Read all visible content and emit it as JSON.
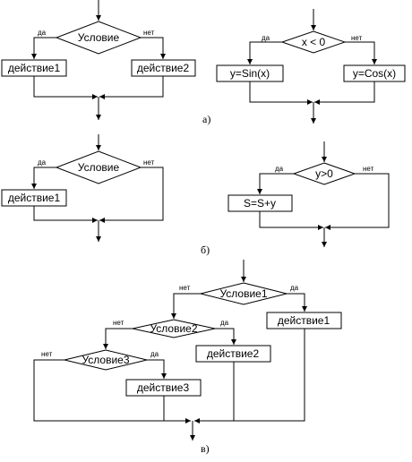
{
  "captions": {
    "a": "а)",
    "b": "б)",
    "v": "в)"
  },
  "diagram_a1": {
    "condition": "Условие",
    "yes": "да",
    "no": "нет",
    "action_yes": "действие1",
    "action_no": "действие2"
  },
  "diagram_a2": {
    "condition": "x < 0",
    "yes": "да",
    "no": "нет",
    "action_yes": "y=Sin(x)",
    "action_no": "y=Cos(x)"
  },
  "diagram_b1": {
    "condition": "Условие",
    "yes": "да",
    "no": "нет",
    "action_yes": "действие1"
  },
  "diagram_b2": {
    "condition": "y>0",
    "yes": "да",
    "no": "нет",
    "action_yes": "S=S+y"
  },
  "diagram_v": {
    "condition1": "Условие1",
    "condition2": "Условие2",
    "condition3": "Условие3",
    "yes": "да",
    "no": "нет",
    "action1": "действие1",
    "action2": "действие2",
    "action3": "действие3"
  }
}
